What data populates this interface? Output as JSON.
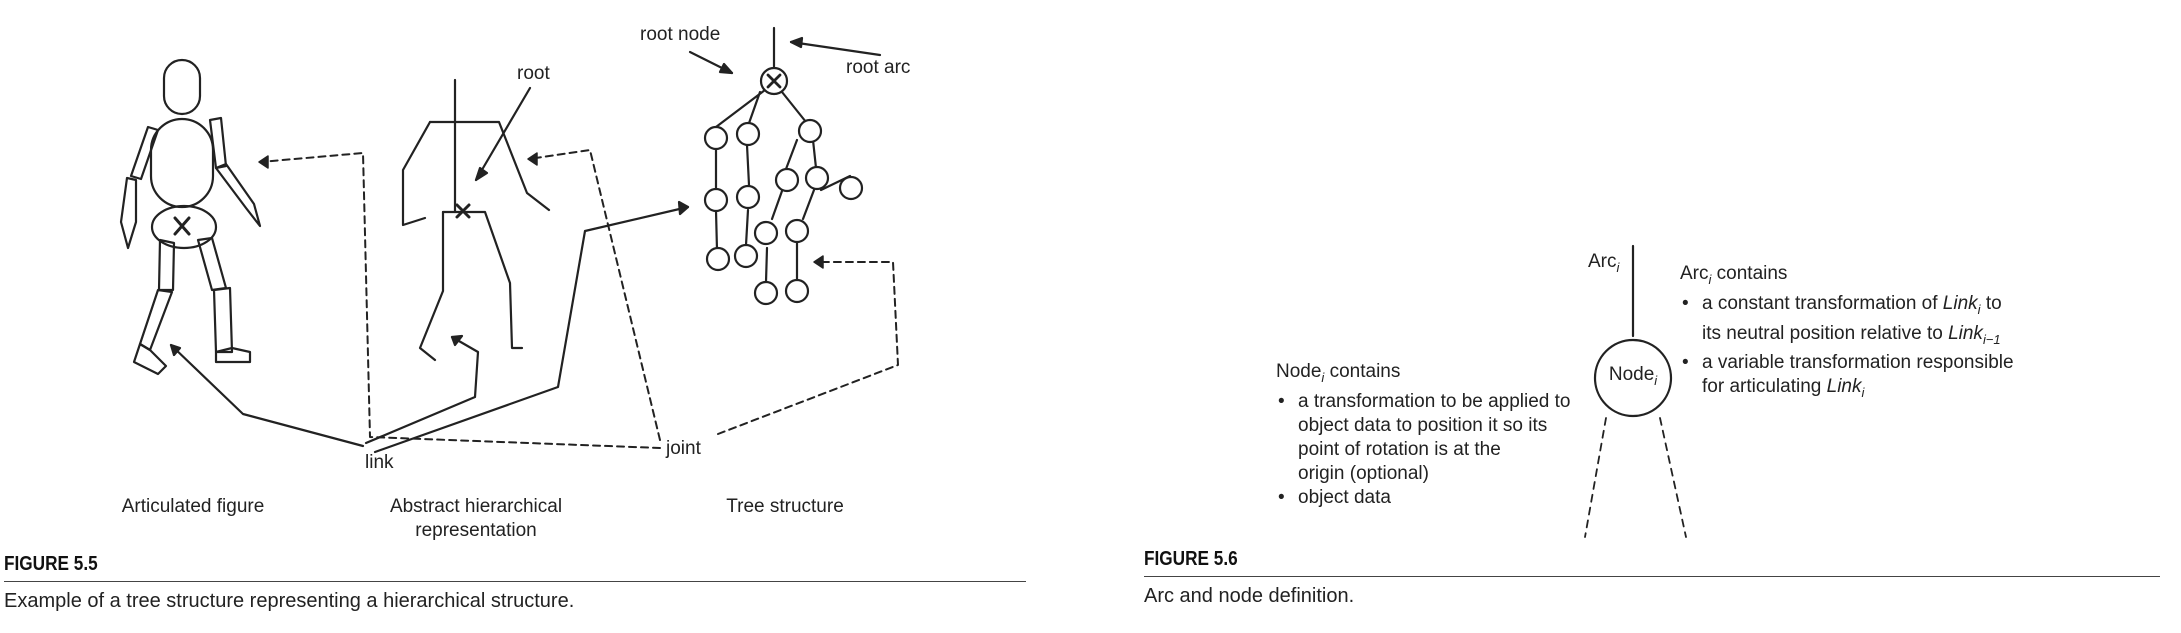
{
  "fig55": {
    "labels": {
      "root_node": "root node",
      "root_arc": "root arc",
      "root": "root",
      "link": "link",
      "joint": "joint"
    },
    "captions": {
      "articulated": "Articulated figure",
      "abstract_line1": "Abstract hierarchical",
      "abstract_line2": "representation",
      "tree": "Tree structure"
    },
    "number": "FIGURE 5.5",
    "caption": "Example of a tree structure representing a hierarchical structure."
  },
  "fig56": {
    "arc_label": "Arc",
    "arc_sub": "i",
    "node_label": "Node",
    "node_sub": "i",
    "arc_contains": {
      "head": "Arc",
      "head_sub": "i",
      "head_rest": " contains",
      "b1_l1_pre": "a constant transformation of ",
      "b1_l1_link": "Link",
      "b1_l1_sub": "i",
      "b1_l1_post": " to",
      "b1_l2_pre": "its neutral position relative to ",
      "b1_l2_link": "Link",
      "b1_l2_sub": "i−1",
      "b2_l1": "a variable transformation responsible",
      "b2_l2_pre": "for articulating ",
      "b2_l2_link": "Link",
      "b2_l2_sub": "i"
    },
    "node_contains": {
      "head": "Node",
      "head_sub": "i",
      "head_rest": " contains",
      "b1_lines": [
        "a transformation to be applied to",
        "object data to position it so its",
        "point of rotation is at the",
        "origin (optional)"
      ],
      "b2": "object data"
    },
    "number": "FIGURE 5.6",
    "caption": "Arc and node definition."
  }
}
